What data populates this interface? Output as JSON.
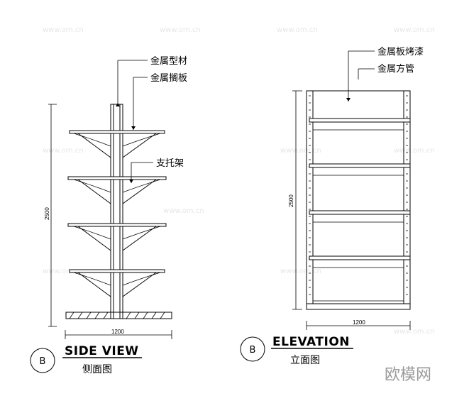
{
  "side_view": {
    "marker": "B",
    "title_en": "SIDE VIEW",
    "title_cn": "侧面图",
    "labels": {
      "profile": "金属型材",
      "shelf": "金属搁板",
      "bracket": "支托架"
    },
    "dim_height": "2500",
    "dim_width": "1200"
  },
  "elevation": {
    "marker": "B",
    "title_en": "ELEVATION",
    "title_cn": "立面图",
    "labels": {
      "painted_board": "金属板烤漆",
      "square_tube": "金属方管"
    },
    "dim_height": "2500",
    "dim_width": "1200"
  },
  "watermark": {
    "brand": "欧模网",
    "site": "www.om.cn"
  }
}
